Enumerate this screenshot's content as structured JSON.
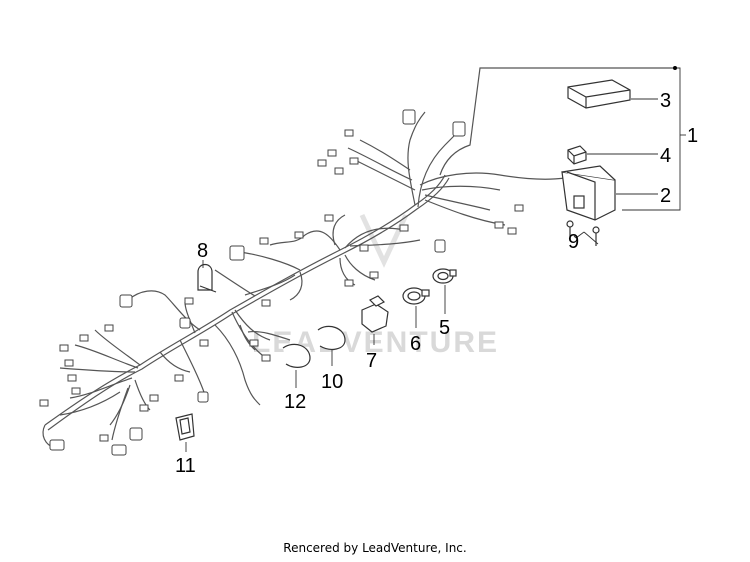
{
  "callouts": {
    "c1": "1",
    "c2": "2",
    "c3": "3",
    "c4": "4",
    "c5": "5",
    "c6": "6",
    "c7": "7",
    "c8": "8",
    "c9": "9",
    "c10": "10",
    "c11": "11",
    "c12": "12"
  },
  "watermark": "LEADVENTURE",
  "credit": "Rencered by LeadVenture, Inc."
}
